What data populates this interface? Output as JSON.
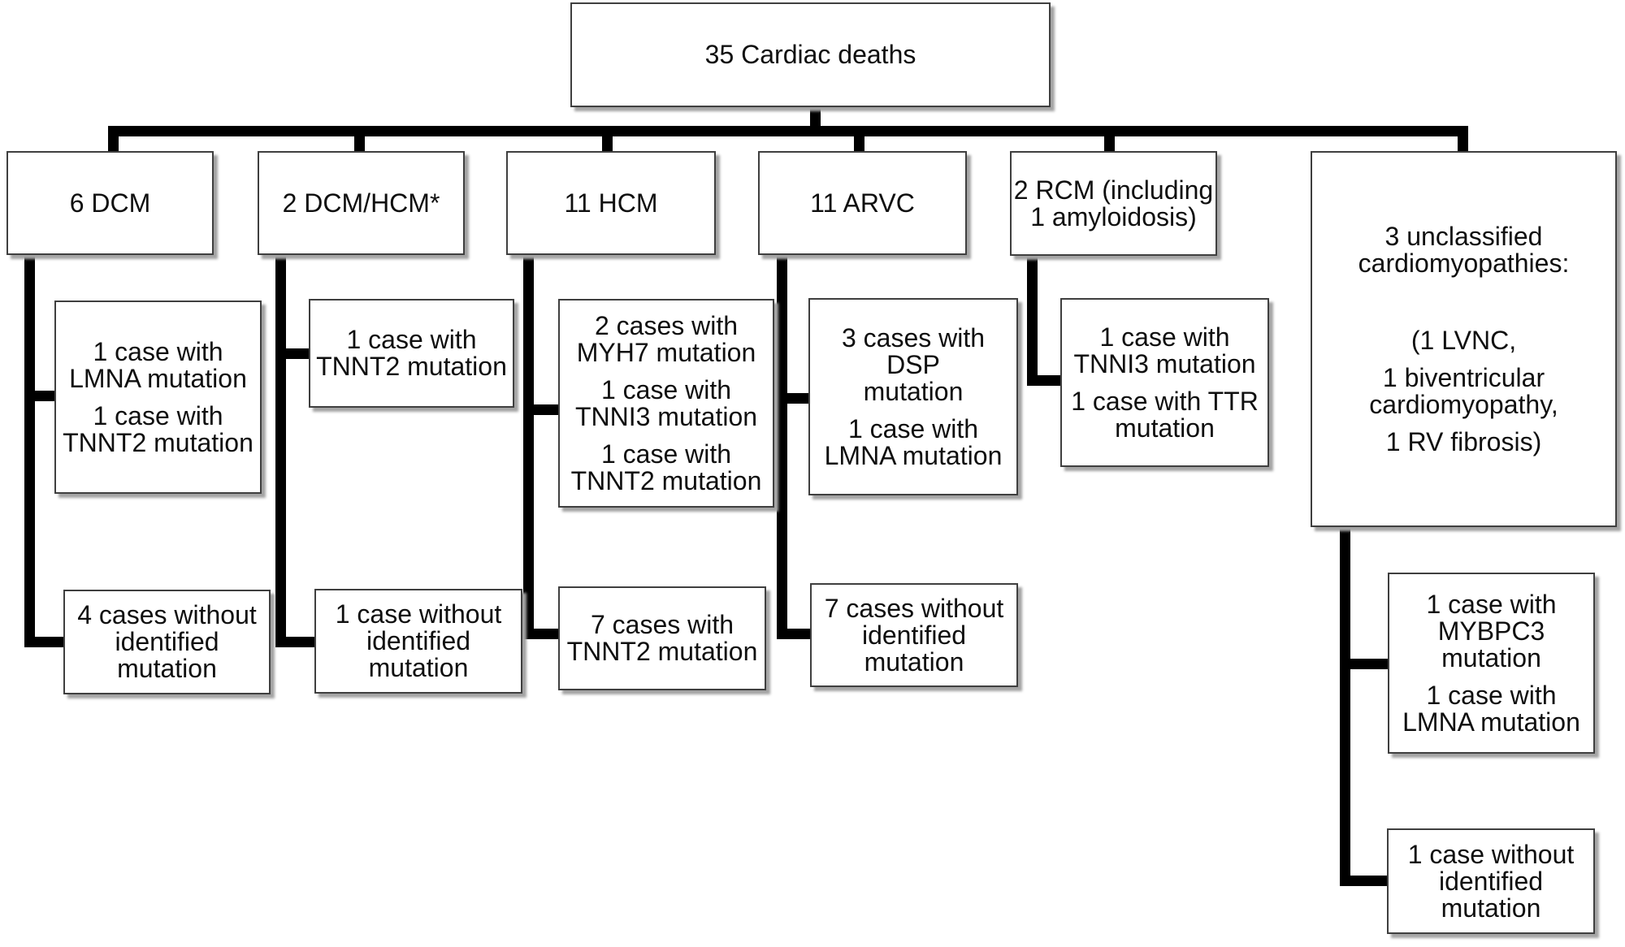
{
  "flowchart": {
    "root": {
      "label": "35 Cardiac deaths"
    },
    "branches": [
      {
        "category": {
          "paragraphs": [
            "6 DCM"
          ]
        },
        "children": [
          {
            "paragraphs": [
              "1 case with\nLMNA mutation",
              "1 case with\nTNNT2 mutation"
            ]
          },
          {
            "paragraphs": [
              "4 cases without\nidentified\nmutation"
            ]
          }
        ]
      },
      {
        "category": {
          "paragraphs": [
            "2 DCM/HCM*"
          ]
        },
        "children": [
          {
            "paragraphs": [
              "1 case with\nTNNT2 mutation"
            ]
          },
          {
            "paragraphs": [
              "1 case without\nidentified\nmutation"
            ]
          }
        ]
      },
      {
        "category": {
          "paragraphs": [
            "11 HCM"
          ]
        },
        "children": [
          {
            "paragraphs": [
              "2 cases with\nMYH7 mutation",
              "1 case with\nTNNI3 mutation",
              "1 case with\nTNNT2 mutation"
            ]
          },
          {
            "paragraphs": [
              "7 cases with\nTNNT2 mutation"
            ]
          }
        ]
      },
      {
        "category": {
          "paragraphs": [
            "11 ARVC"
          ]
        },
        "children": [
          {
            "paragraphs": [
              "3 cases with DSP\nmutation",
              "1 case with\nLMNA mutation"
            ]
          },
          {
            "paragraphs": [
              "7 cases without\nidentified\nmutation"
            ]
          }
        ]
      },
      {
        "category": {
          "paragraphs": [
            "2 RCM (including\n1 amyloidosis)"
          ]
        },
        "children": [
          {
            "paragraphs": [
              "1 case with\nTNNI3 mutation",
              "1 case with TTR\nmutation"
            ]
          }
        ]
      },
      {
        "category": {
          "paragraphs": [
            "3 unclassified\ncardiomyopathies:",
            "(1 LVNC,",
            "1 biventricular\ncardiomyopathy,",
            "1 RV fibrosis)"
          ]
        },
        "children": [
          {
            "paragraphs": [
              "1 case with\nMYBPC3\nmutation",
              "1 case with\nLMNA mutation"
            ]
          },
          {
            "paragraphs": [
              "1 case without\nidentified\nmutation"
            ]
          }
        ]
      }
    ],
    "colors": {
      "connector": "#000000",
      "box_border": "#3f3f3f",
      "box_fill": "#ffffff",
      "box_shadow": "#a3a3a3",
      "text": "#0f0f0f"
    }
  }
}
